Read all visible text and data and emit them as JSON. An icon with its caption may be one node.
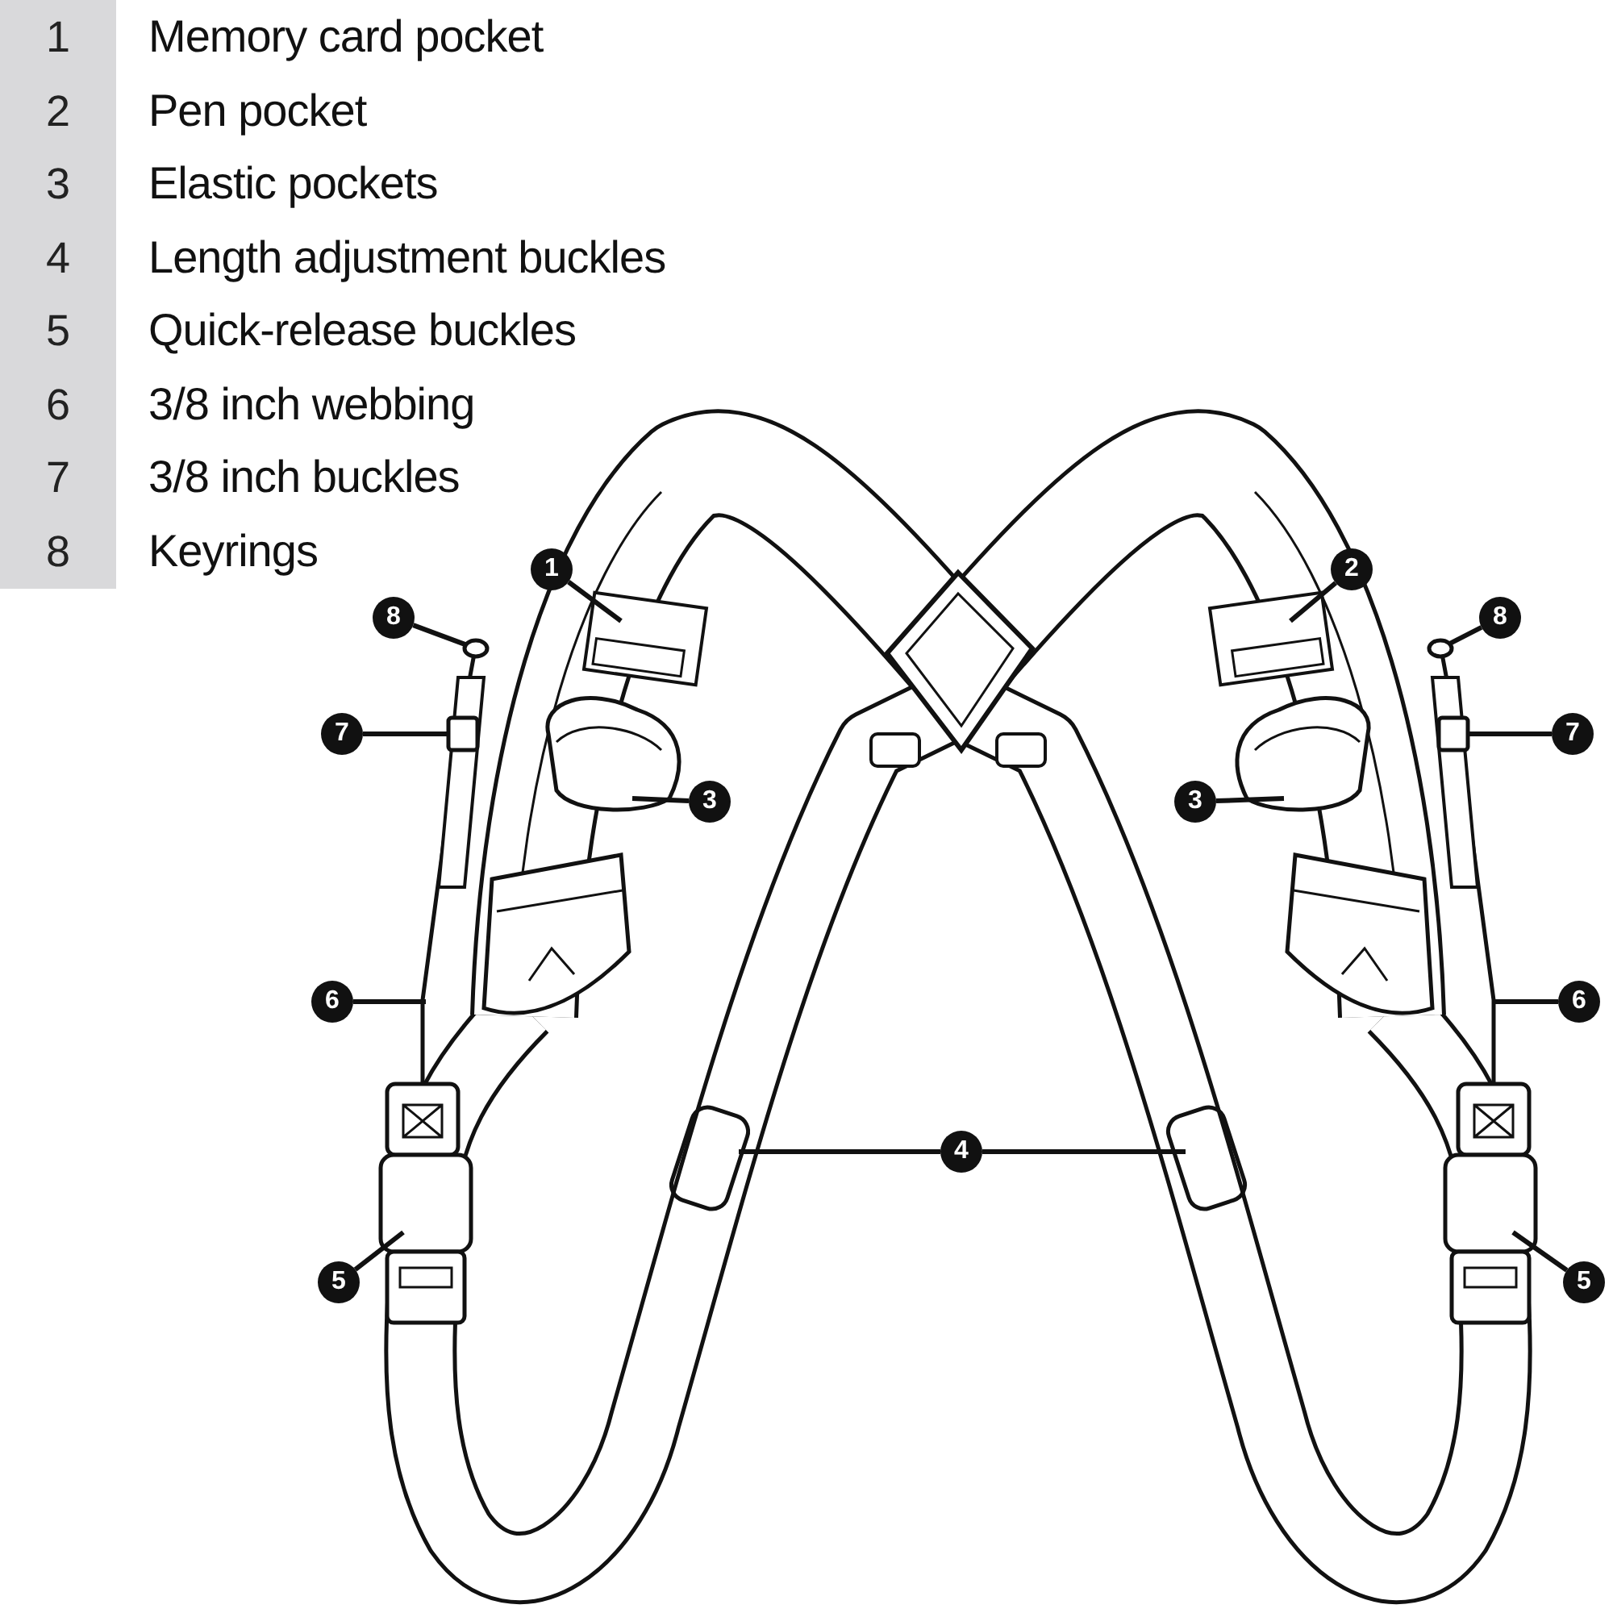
{
  "diagram": {
    "nodes": [
      {
        "text": [
          "1"
        ]
      },
      {
        "text": [
          "2"
        ]
      },
      {
        "text": [
          "8"
        ]
      },
      {
        "text": [
          "8"
        ]
      },
      {
        "text": [
          "7"
        ]
      },
      {
        "text": [
          "7"
        ]
      },
      {
        "text": [
          "3"
        ]
      },
      {
        "text": [
          "3"
        ]
      },
      {
        "text": [
          "6"
        ]
      },
      {
        "text": [
          "6"
        ]
      },
      {
        "text": [
          "4"
        ]
      },
      {
        "text": [
          "5"
        ]
      },
      {
        "text": [
          "5"
        ]
      },
      {
        "text": [],
        "shape": "circle"
      },
      {
        "text": [],
        "shape": "circle"
      },
      {
        "text": [],
        "shape": "box"
      },
      {
        "text": [],
        "shape": "box"
      }
    ],
    "edges": [
      {
        "from": 0,
        "to": null,
        "arrow": "none"
      },
      {
        "from": 1,
        "to": null,
        "arrow": "none"
      },
      {
        "from": 2,
        "to": 13,
        "arrow": "none"
      },
      {
        "from": 3,
        "to": 14,
        "arrow": "none"
      },
      {
        "from": 4,
        "to": 15,
        "arrow": "none"
      },
      {
        "from": 5,
        "to": 16,
        "arrow": "none"
      },
      {
        "from": 6,
        "to": null,
        "arrow": "none"
      },
      {
        "from": 7,
        "to": null,
        "arrow": "none"
      },
      {
        "from": 8,
        "to": null,
        "arrow": "none"
      },
      {
        "from": 9,
        "to": null,
        "arrow": "none"
      },
      {
        "from": 10,
        "to": null,
        "arrow": "none"
      },
      {
        "from": 10,
        "to": null,
        "arrow": "none"
      },
      {
        "from": 11,
        "to": null,
        "arrow": "none"
      },
      {
        "from": 12,
        "to": null,
        "arrow": "none"
      }
    ],
    "labels": [
      "1",
      "Memory card pocket",
      "2",
      "Pen pocket",
      "3",
      "Elastic pockets",
      "4",
      "Length adjustment buckles",
      "5",
      "Quick-release buckles",
      "6",
      "3/8 inch webbing",
      "7",
      "3/8 inch buckles",
      "8",
      "Keyrings"
    ]
  }
}
